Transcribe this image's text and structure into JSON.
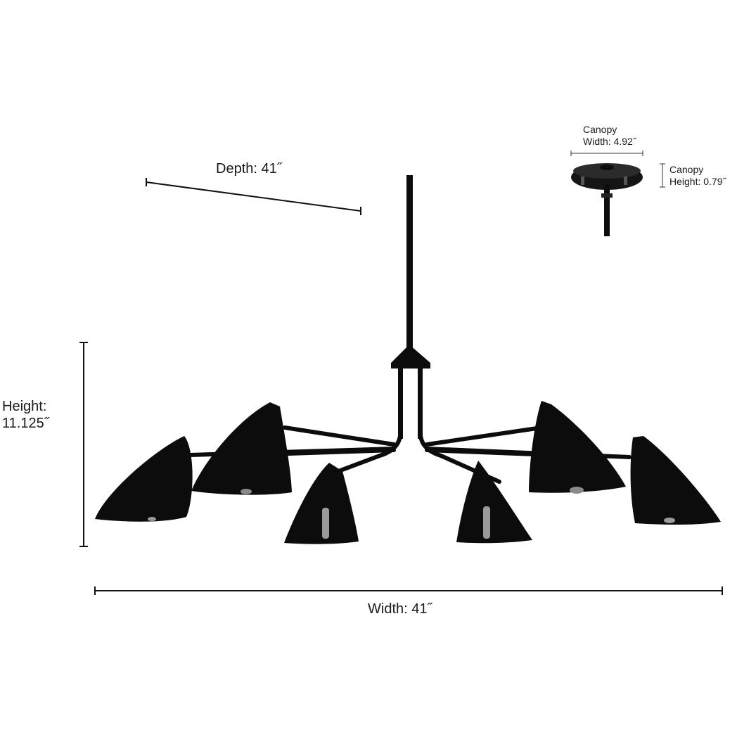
{
  "dimensions": {
    "depth": "Depth: 41˝",
    "height_line1": "Height:",
    "height_line2": "11.125˝",
    "width": "Width: 41˝",
    "canopy_width_line1": "Canopy",
    "canopy_width_line2": "Width: 4.92˝",
    "canopy_height_line1": "Canopy",
    "canopy_height_line2": "Height: 0.79˝"
  },
  "product": {
    "shade_count": 6,
    "finish_color": "#0c0c0c",
    "bulb_color": "#9a9a9a"
  }
}
